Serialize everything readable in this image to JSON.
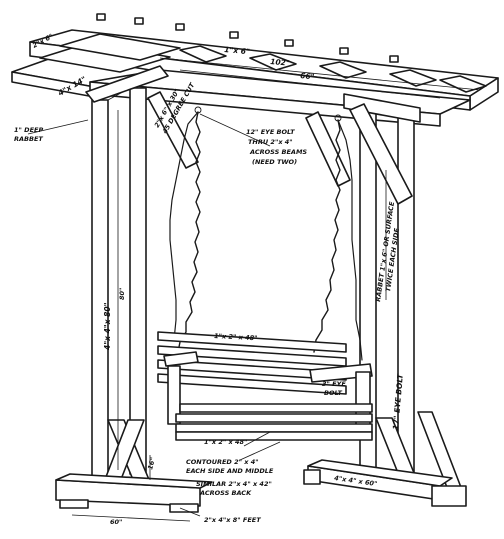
{
  "labels": {
    "ridge_size": "2\"x 6\"",
    "beam_1x6": "1\"x 6\"",
    "dim_102": "102\"",
    "dim_66": "66\"",
    "beam_4x14": "4\"x 14\"",
    "deep_rabbet": "1\" DEEP RABBET",
    "brace_line1": "2\"x 6\" x 30\"",
    "brace_line2": "45 DEGREE CUT",
    "eyebolt_1": "12\" EYE BOLT",
    "eyebolt_2": "THRU 2\"x 4\"",
    "eyebolt_3": "ACROSS BEAMS",
    "eyebolt_4": "(NEED TWO)",
    "post_4x4x80": "4\"x 4\"x 80\"",
    "dim_80": "80\"",
    "rabbet_r1": "RABBET 1\"x 6\" OR SURFACE",
    "rabbet_r2": "TWICE EACH SIDE",
    "slat_1x2x48": "1\"x 2\" x 48\"",
    "eyebolt_bolt_1": "3\" EYE",
    "eyebolt_bolt_2": "BOLT",
    "eyebolt_17": "17\" EYE BOLT",
    "seat_slat": "1\"x 2\" x 48\"",
    "contoured_1": "CONTOURED 2\" x 4\"",
    "contoured_2": "EACH SIDE AND MIDDLE",
    "similar_1": "SIMILAR 2\"x 4\" x 42\"",
    "similar_2": "ACROSS BACK",
    "dim_16": "16\"",
    "dim_60": "60\"",
    "base_4x4x60": "4\"x 4\" x 60\"",
    "feet": "2\"x 4\"x 8\" FEET"
  },
  "colors": {
    "ink": "#1a1a1a",
    "paper": "#ffffff"
  }
}
